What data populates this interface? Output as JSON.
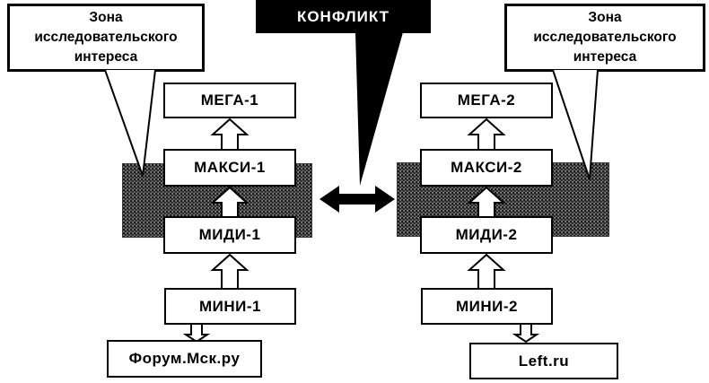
{
  "diagram": {
    "banner": {
      "label": "КОНФЛИКТ"
    },
    "callouts": {
      "left": "Зона исследовательского интереса",
      "right": "Зона исследовательского интереса"
    },
    "nodes": {
      "mega1": "МЕГА-1",
      "maksi1": "МАКСИ-1",
      "midi1": "МИДИ-1",
      "mini1": "МИНИ-1",
      "site1": "Форум.Мск.ру",
      "mega2": "МЕГА-2",
      "maksi2": "МАКСИ-2",
      "midi2": "МИДИ-2",
      "mini2": "МИНИ-2",
      "site2": "Left.ru"
    },
    "colors": {
      "ink": "#000000",
      "paper": "#ffffff",
      "zone_fill": "#7d7d7d"
    }
  }
}
